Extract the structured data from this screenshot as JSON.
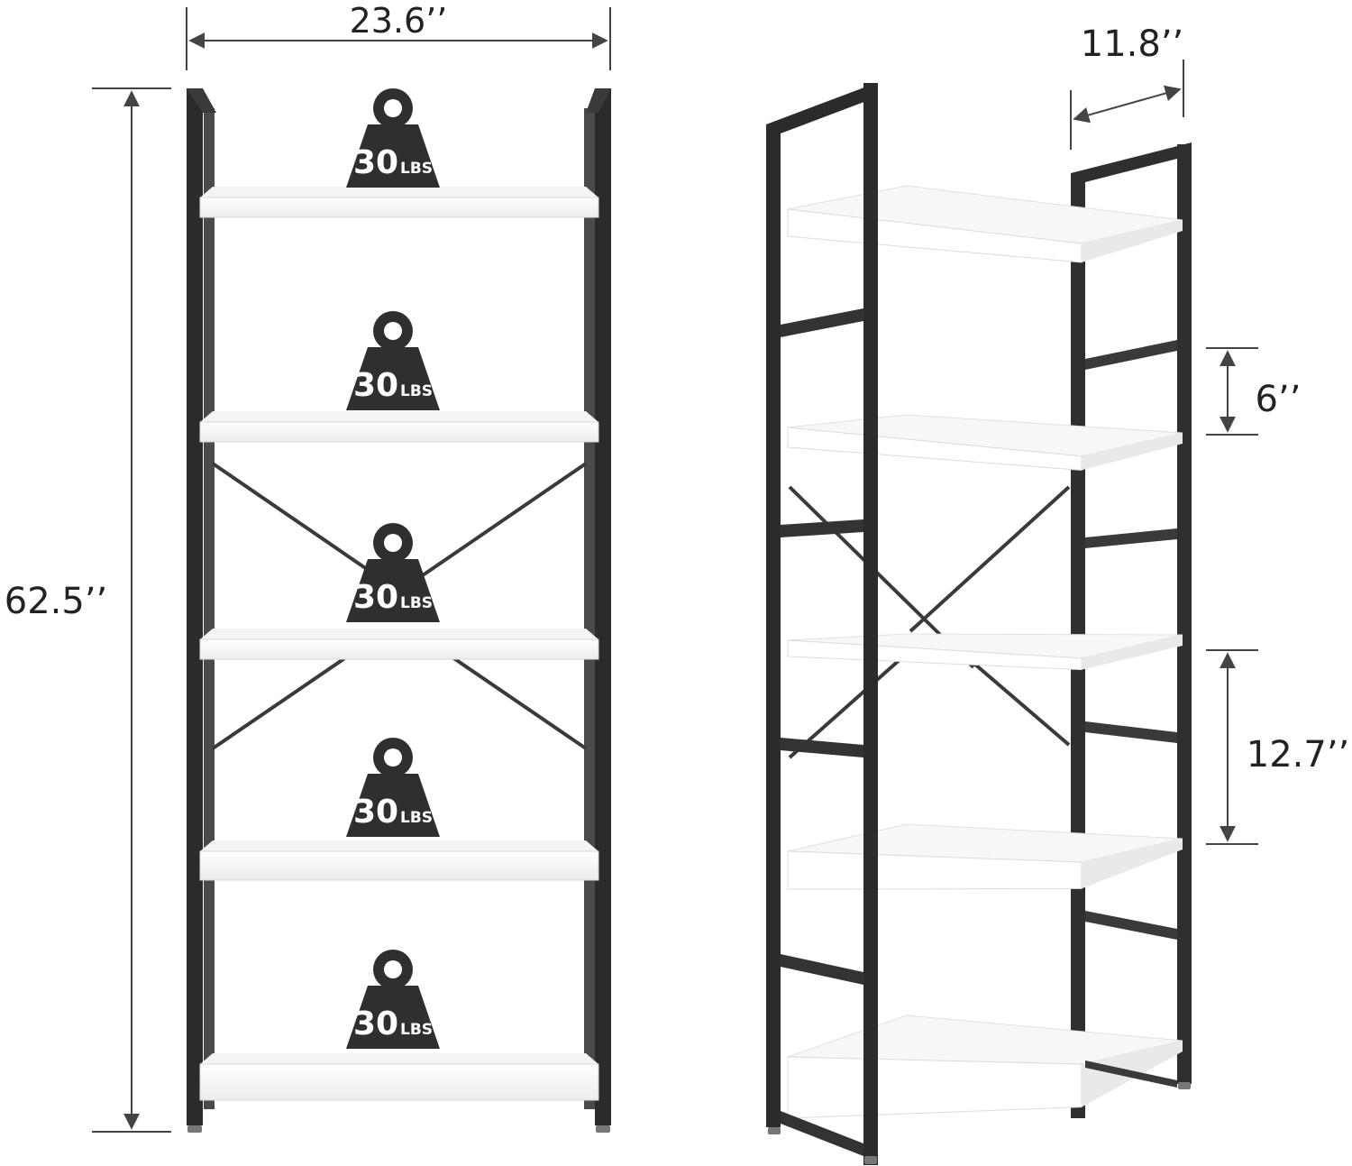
{
  "dimensions": {
    "width": "23.6’’",
    "height": "62.5’’",
    "depth": "11.8’’",
    "small_gap": "6’’",
    "large_gap": "12.7’’"
  },
  "weight_badges": [
    {
      "value": "30",
      "unit": "LBS"
    },
    {
      "value": "30",
      "unit": "LBS"
    },
    {
      "value": "30",
      "unit": "LBS"
    },
    {
      "value": "30",
      "unit": "LBS"
    },
    {
      "value": "30",
      "unit": "LBS"
    }
  ],
  "colors": {
    "frame": "#3a3a3a",
    "frame_dark": "#2b2b2b",
    "shelf": "#ffffff",
    "shelf_edge": "#e3e3e3",
    "badge": "#2f2f2f",
    "dimension_line": "#444444"
  }
}
